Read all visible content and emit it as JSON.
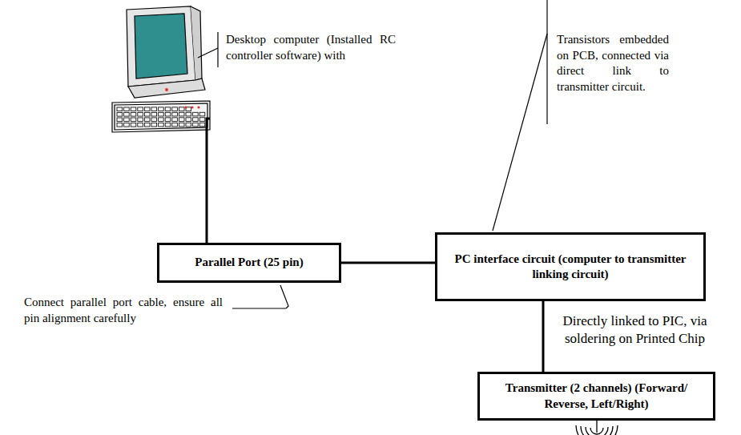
{
  "diagram": {
    "nodes": [
      {
        "text": [
          "Parallel Port (25 pin)"
        ]
      },
      {
        "text": [
          "PC interface circuit (computer to transmitter linking circuit)"
        ]
      },
      {
        "text": [
          "Transmitter (2 channels) (Forward/ Reverse, Left/Right)"
        ]
      }
    ],
    "edges": [
      {
        "from": 0,
        "to": 1,
        "arrow": "none"
      },
      {
        "from": 1,
        "to": 2,
        "arrow": "none",
        "label": "Directly linked to PIC, via soldering on Printed Chip"
      }
    ],
    "labels": [
      "Desktop computer (Installed RC controller software) with",
      "Transistors embedded on PCB, connected via direct link to transmitter circuit.",
      "Connect parallel port cable, ensure all pin alignment carefully"
    ]
  }
}
